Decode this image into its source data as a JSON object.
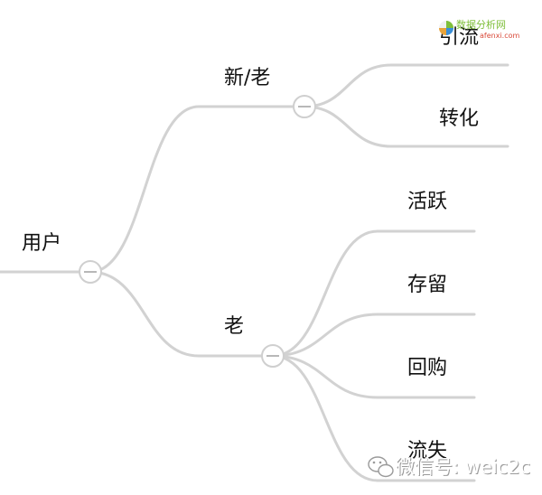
{
  "mindmap": {
    "root": {
      "label": "用户"
    },
    "groups": [
      {
        "label": "新/老",
        "children": [
          {
            "label": "引流"
          },
          {
            "label": "转化"
          }
        ]
      },
      {
        "label": "老",
        "children": [
          {
            "label": "活跃"
          },
          {
            "label": "存留"
          },
          {
            "label": "回购"
          },
          {
            "label": "流失"
          }
        ]
      }
    ]
  },
  "colors": {
    "line": "#d2d2d2",
    "button_stroke": "#cfcfcf",
    "text": "#111111"
  },
  "watermark": {
    "text": "微信号: weic2c",
    "logo_text": "数据分析网",
    "logo_sub": "afenxi.com"
  }
}
